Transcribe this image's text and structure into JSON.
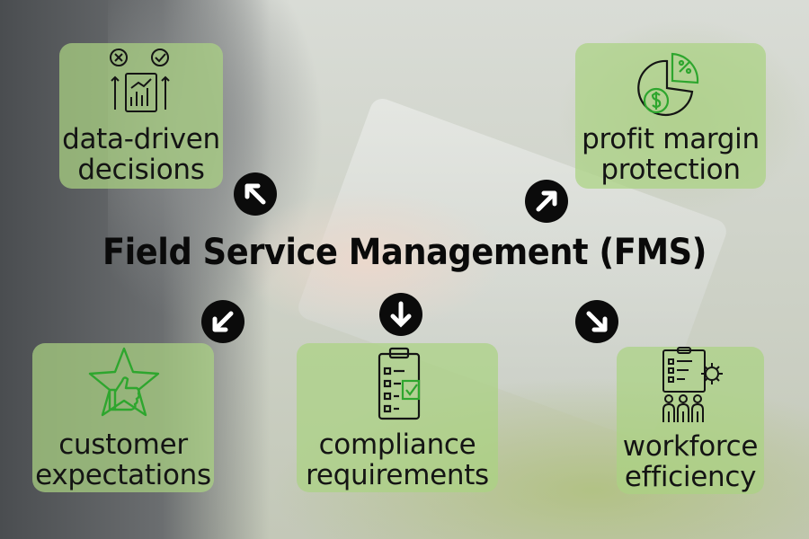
{
  "title": "Field Service Management (FMS)",
  "cards": [
    {
      "id": "data-driven",
      "line1": "data-driven",
      "line2": "decisions",
      "icon": "chart-decision-icon"
    },
    {
      "id": "profit",
      "line1": "profit margin",
      "line2": "protection",
      "icon": "pie-dollar-icon"
    },
    {
      "id": "customer",
      "line1": "customer",
      "line2": "expectations",
      "icon": "thumbs-up-star-icon"
    },
    {
      "id": "compliance",
      "line1": "compliance",
      "line2": "requirements",
      "icon": "clipboard-check-icon"
    },
    {
      "id": "workforce",
      "line1": "workforce",
      "line2": "efficiency",
      "icon": "team-checklist-icon"
    }
  ],
  "colors": {
    "card": "#aad282",
    "accent_green": "#2ea62e",
    "ink": "#141414",
    "arrow": "#0b0b0b"
  }
}
